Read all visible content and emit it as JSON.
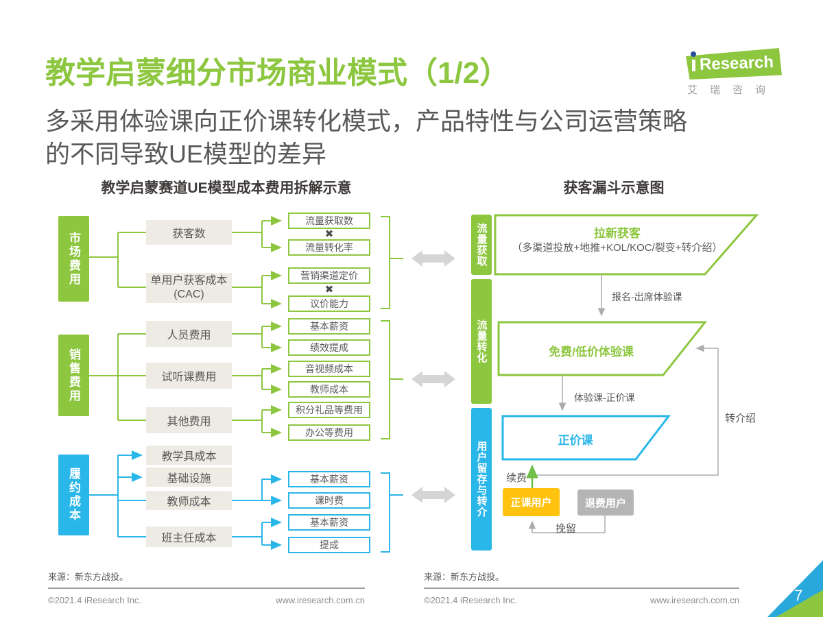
{
  "page": {
    "title": "教学启蒙细分市场商业模式（1/2）",
    "subtitle_line1": "多采用体验课向正价课转化模式，产品特性与公司运营策略",
    "subtitle_line2": "的不同导致UE模型的差异",
    "page_number": "7"
  },
  "logo": {
    "brand": "Research",
    "caption": "艾瑞咨询"
  },
  "ue": {
    "title": "教学启蒙赛道UE模型成本费用拆解示意",
    "cat1": "市场费用",
    "cat2": "销售费用",
    "cat3": "履约成本",
    "mid1": "获客数",
    "mid2a": "单用户获客成本",
    "mid2b": "(CAC)",
    "mid3": "人员费用",
    "mid4": "试听课费用",
    "mid5": "其他费用",
    "mid6": "教学具成本",
    "mid7": "基础设施",
    "mid8": "教师成本",
    "mid9": "班主任成本",
    "leaf1": "流量获取数",
    "leaf2": "流量转化率",
    "leaf3": "营销渠道定价",
    "leaf4": "议价能力",
    "leaf5": "基本薪资",
    "leaf6": "绩效提成",
    "leaf7": "音视频成本",
    "leaf8": "教师成本",
    "leaf9": "积分礼品等费用",
    "leaf10": "办公等费用",
    "leaf11": "基本薪资",
    "leaf12": "课时费",
    "leaf13": "基本薪资",
    "leaf14": "提成",
    "multiply": "✖"
  },
  "funnel": {
    "title": "获客漏斗示意图",
    "stage1": "流量获取",
    "stage2": "流量转化",
    "stage3": "用户留存与转介",
    "trap1_title": "拉新获客",
    "trap1_sub": "（多渠道投放+地推+KOL/KOC/裂变+转介绍）",
    "trap2_title": "免费/低价体验课",
    "trap3_title": "正价课",
    "label_signup": "报名-出席体验课",
    "label_convert": "体验课-正价课",
    "label_referral": "转介绍",
    "label_renew": "续费",
    "label_retain": "挽留",
    "box_paid": "正课用户",
    "box_refund": "退费用户"
  },
  "footer": {
    "source_left": "来源：新东方战投。",
    "source_right": "来源：新东方战投。",
    "copyright": "©2021.4 iResearch Inc.",
    "website": "www.iresearch.com.cn"
  },
  "colors": {
    "green": "#8DC63F",
    "blue": "#29B6E8",
    "yellow": "#FFC20E",
    "gray_box": "#EDEBE3",
    "dark_text": "#595757",
    "line_gray": "#ABABAB",
    "arrow_gray": "#D5D5D5",
    "logo_dot_blue": "#2B4E9B"
  }
}
